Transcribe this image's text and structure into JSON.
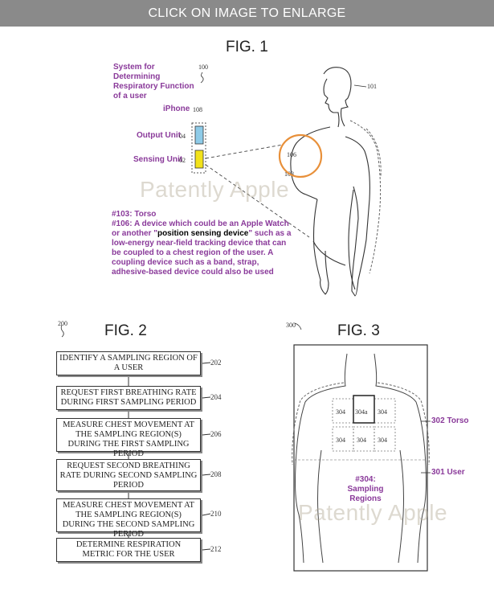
{
  "banner": {
    "text": "CLICK ON IMAGE TO ENLARGE"
  },
  "fig1": {
    "title": "FIG. 1",
    "system_label": "System for Determining Respiratory Function of a user",
    "system_ref": "100",
    "iphone_label": "iPhone",
    "iphone_ref": "108",
    "output_label": "Output Unit",
    "output_ref": "04",
    "sensing_label": "Sensing Unit",
    "sensing_ref": "02",
    "user_ref": "101",
    "device_ref": "106",
    "torso_ref": "103",
    "annotation_line1": "#103: Torso",
    "annotation_device_pre": "#106: A device which could be an Apple Watch or another \"",
    "annotation_device_bold": "position sensing device",
    "annotation_device_post": "\" such as a low-energy near-field tracking device that can be coupled to a chest region of the user. A coupling  device such as a band, strap, adhesive-based device could also be used",
    "colors": {
      "output_unit": "#8ecbe8",
      "sensing_unit": "#f2e21a",
      "circle": "#e8903a",
      "annotation": "#8a3a9a"
    }
  },
  "fig2": {
    "title": "FIG. 2",
    "ref": "200",
    "steps": [
      {
        "text": "IDENTIFY A SAMPLING REGION OF A USER",
        "ref": "202"
      },
      {
        "text": "REQUEST FIRST BREATHING RATE DURING FIRST SAMPLING PERIOD",
        "ref": "204"
      },
      {
        "text": "MEASURE CHEST MOVEMENT AT THE SAMPLING REGION(S) DURING THE FIRST SAMPLING PERIOD",
        "ref": "206"
      },
      {
        "text": "REQUEST SECOND BREATHING RATE DURING SECOND SAMPLING PERIOD",
        "ref": "208"
      },
      {
        "text": "MEASURE CHEST MOVEMENT AT THE SAMPLING REGION(S) DURING THE SECOND SAMPLING PERIOD",
        "ref": "210"
      },
      {
        "text": "DETERMINE RESPIRATION METRIC FOR THE USER",
        "ref": "212"
      }
    ]
  },
  "fig3": {
    "title": "FIG. 3",
    "ref": "300",
    "torso_label": "302 Torso",
    "user_label": "301 User",
    "regions_top": [
      "304",
      "304a",
      "304"
    ],
    "regions_bottom": [
      "304",
      "304",
      "304"
    ],
    "annotation": "#304: Sampling Regions"
  },
  "watermark": "Patently Apple"
}
